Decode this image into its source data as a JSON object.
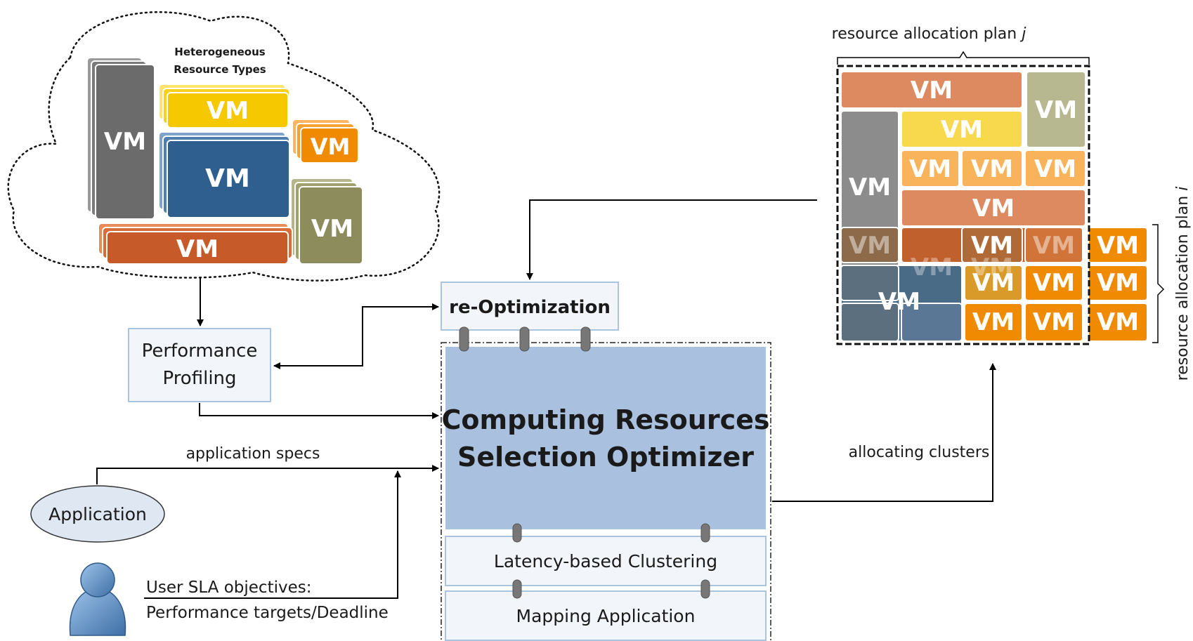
{
  "cloud": {
    "title_line1": "Heterogeneous",
    "title_line2": "Resource Types",
    "vm_label": "VM"
  },
  "nodes": {
    "reopt": "re-Optimization",
    "profiling_line1": "Performance",
    "profiling_line2": "Profiling",
    "optimizer_line1": "Computing Resources",
    "optimizer_line2": "Selection Optimizer",
    "clustering": "Latency-based Clustering",
    "mapping": "Mapping Application",
    "application": "Application"
  },
  "edges": {
    "app_specs": "application specs",
    "sla_line1": "User SLA objectives:",
    "sla_line2": "Performance targets/Deadline",
    "alloc": "allocating clusters"
  },
  "plans": {
    "plan_j": "resource allocation plan ",
    "plan_j_var": "j",
    "plan_i": "resource allocation plan ",
    "plan_i_var": "i"
  },
  "colors": {
    "gray": "#6b6b6b",
    "yellow": "#f5c800",
    "orange": "#f08a00",
    "blue": "#2f5f8f",
    "olive": "#8c8c5c",
    "rust": "#c65a28",
    "optimizer_fill": "#a9c0df",
    "box_fill": "#f2f6fb",
    "box_border": "#aac4e0"
  }
}
